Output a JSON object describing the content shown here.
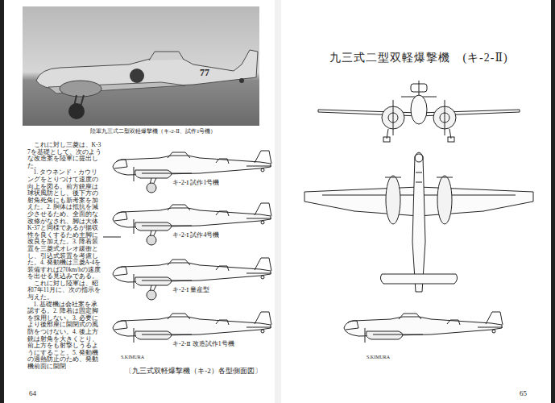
{
  "diagram": {
    "title": "九三式二型双軽爆撃機　(キ-2-Ⅱ)",
    "caption": "〔九三式双軽爆撃機（キ-2）各型側面図〕",
    "labels": [
      "77",
      "陸軍九三式二型双軽爆撃機（キ-2-Ⅱ、試作1号機）",
      "これに対し三菱は、K-37を基礎として、次のような改造案を陸軍に提出した。",
      "1. タウネンド・カウリングをとりつけて速度の向上を図る。前方銃座は球状風防とし、後下方の射角死角にも新考案を加えた。2. 胴体は抵抗を減少させるため、全面的な改修がなされ、脚は大体K-37と同様であるが揚収性を良くするため主脚に改良を加えた。3. 降着装置を三菱式オレオ緩衝とし、引込式装置を考慮した。4. 発動機は三菱A-4を装備すれば270km/hの速度を出せる見込みである。",
      "これに対し陸軍は、昭和7年11月に、次の指示を与えた。",
      "1. 基礎機は会社案を承認する。2. 降着は固定脚を採用しない。3. 必要により後部座に開閉式の風防をつけない。4. 後上方銃は射角を大きくとり、前上方をも射撃しうるようにすること。5. 発動機の過熱防止のため、発動機前面に開閉",
      "キ-2-Ⅰ 試作1号機",
      "キ-2-Ⅰ 試作4号機",
      "キ-2-Ⅰ 量産型",
      "キ-2-Ⅱ 改造試作1号機",
      "S.KIMURA",
      "64",
      "S.KIMURA",
      "65"
    ]
  }
}
